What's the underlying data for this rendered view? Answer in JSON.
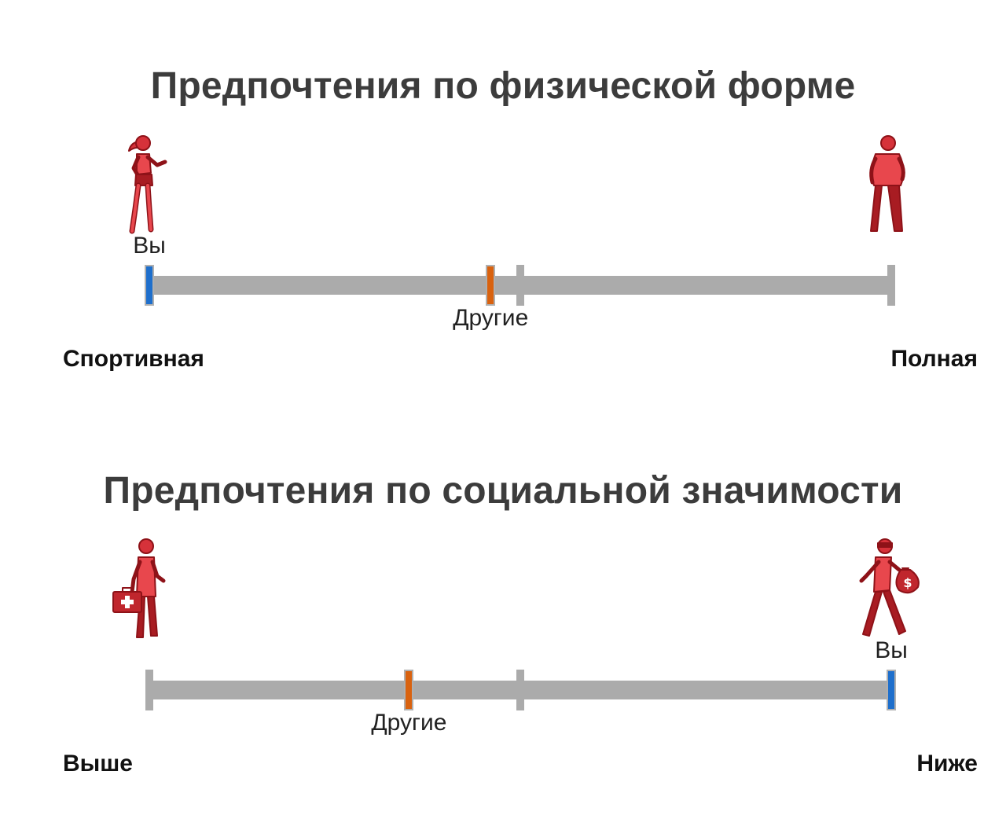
{
  "colors": {
    "you": "#1e6fcc",
    "others": "#d9620f",
    "track": "#ababab",
    "figure": "#c0262d",
    "figure_light": "#e8474d"
  },
  "scales": [
    {
      "title": "Предпочтения по физической форме",
      "left_label": "Спортивная",
      "right_label": "Полная",
      "you_label": "Вы",
      "others_label": "Другие",
      "you_position": 0.0,
      "others_position": 0.46,
      "midpoint": 0.5,
      "left_icon": "athletic-woman-icon",
      "right_icon": "heavy-man-icon"
    },
    {
      "title": "Предпочтения по социальной значимости",
      "left_label": "Выше",
      "right_label": "Ниже",
      "you_label": "Вы",
      "others_label": "Другие",
      "you_position": 1.0,
      "others_position": 0.35,
      "midpoint": 0.5,
      "left_icon": "doctor-icon",
      "right_icon": "thief-icon"
    }
  ]
}
